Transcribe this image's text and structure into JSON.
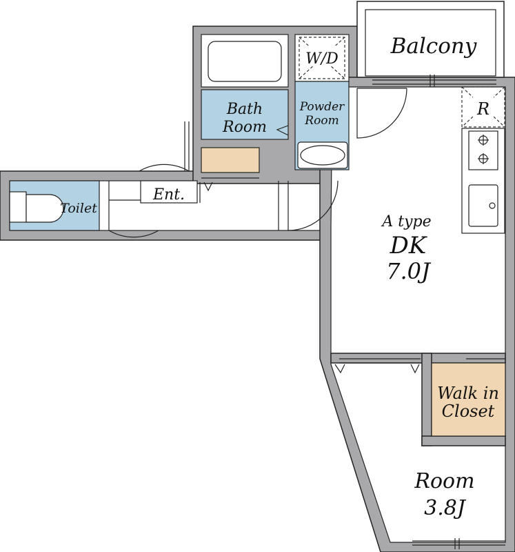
{
  "plan": {
    "type_label": "A type",
    "rooms": {
      "balcony": "Balcony",
      "bath_line1": "Bath",
      "bath_line2": "Room",
      "powder_line1": "Powder",
      "powder_line2": "Room",
      "wd": "W/D",
      "refrigerator": "R",
      "toilet": "Toilet",
      "entrance": "Ent.",
      "dk_name": "DK",
      "dk_size": "7.0J",
      "closet_line1": "Walk in",
      "closet_line2": "Closet",
      "room_name": "Room",
      "room_size": "3.8J"
    },
    "colors": {
      "wall": "#a9a9ab",
      "wet_area": "#b3d3e4",
      "storage": "#f0d6b2",
      "line": "#222222"
    }
  }
}
